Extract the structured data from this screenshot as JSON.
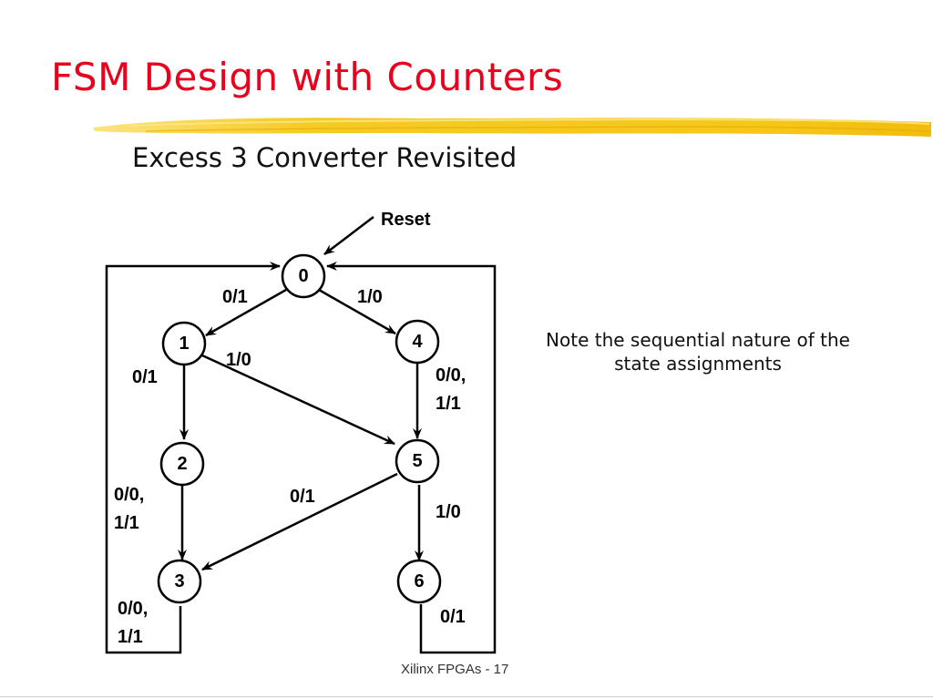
{
  "slide": {
    "title": "FSM Design with Counters",
    "subtitle": "Excess 3 Converter Revisited",
    "note": "Note the sequential nature of the state assignments",
    "footer": "Xilinx FPGAs - 17",
    "title_color": "#e8001c",
    "highlight_color": "#f6c81a"
  },
  "diagram": {
    "reset_label": "Reset",
    "states": [
      {
        "id": "state-0",
        "label": "0"
      },
      {
        "id": "state-1",
        "label": "1"
      },
      {
        "id": "state-2",
        "label": "2"
      },
      {
        "id": "state-3",
        "label": "3"
      },
      {
        "id": "state-4",
        "label": "4"
      },
      {
        "id": "state-5",
        "label": "5"
      },
      {
        "id": "state-6",
        "label": "6"
      }
    ],
    "edge_labels": {
      "s0_to_s1": "0/1",
      "s0_to_s4": "1/0",
      "s1_to_s5": "1/0",
      "s1_to_s2": "0/1",
      "s4_to_s5_line1": "0/0,",
      "s4_to_s5_line2": "1/1",
      "s2_to_s3_line1": "0/0,",
      "s2_to_s3_line2": "1/1",
      "s5_to_s3": "0/1",
      "s5_to_s6": "1/0",
      "s3_to_s0_line1": "0/0,",
      "s3_to_s0_line2": "1/1",
      "s6_to_s0": "0/1"
    }
  }
}
